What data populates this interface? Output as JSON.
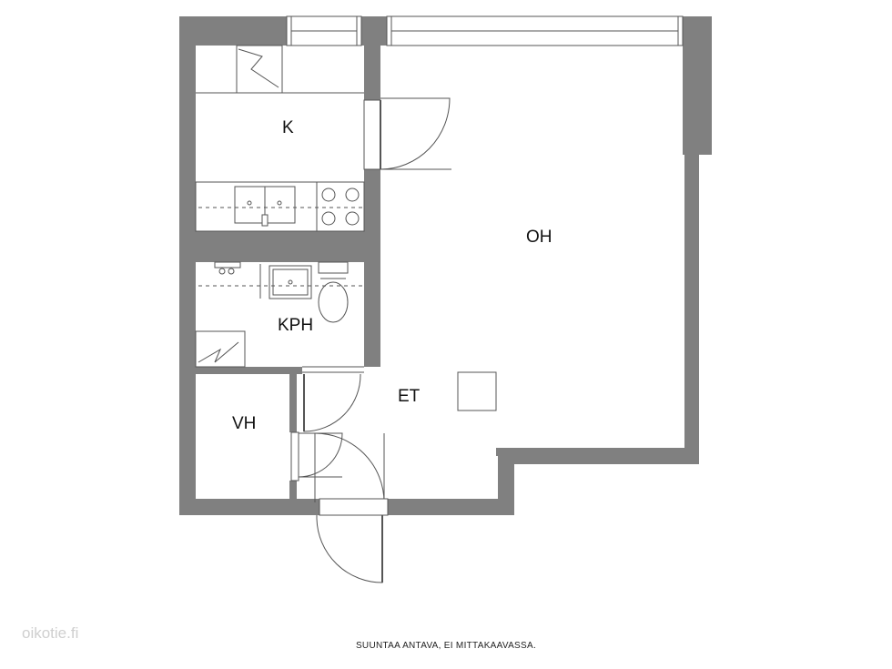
{
  "rooms": {
    "kitchen": "K",
    "living": "OH",
    "bathroom": "KPH",
    "entry": "ET",
    "closet": "VH"
  },
  "caption": "SUUNTAA ANTAVA, EI MITTAKAAVASSA.",
  "watermark": "oikotie.fi",
  "colors": {
    "wall": "#808080",
    "line": "#555555",
    "background": "#ffffff"
  }
}
